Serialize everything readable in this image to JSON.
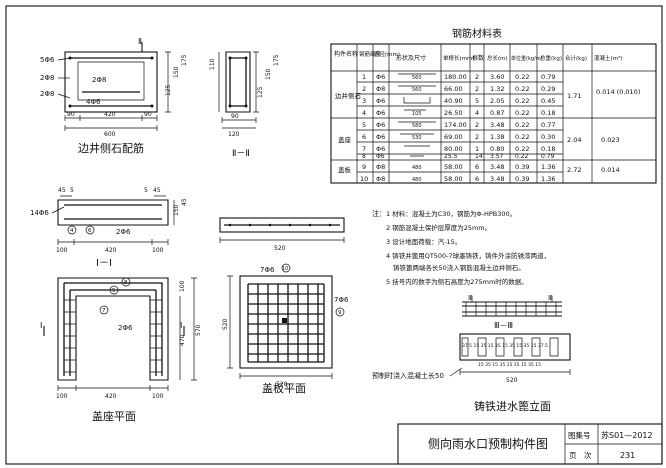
{
  "views": {
    "wall_stone": {
      "caption": "边井侧石配筋",
      "section_mark": "Ⅱ",
      "labels": {
        "l1": "5Φ6",
        "l2": "2Φ8",
        "l3": "2Φ8",
        "l4": "4Φ6",
        "l5": "2Φ8"
      },
      "dims": {
        "d90a": "90",
        "d420": "420",
        "d90b": "90",
        "d600": "600",
        "d125": "125",
        "d150": "150",
        "d175": "175"
      }
    },
    "section_II": {
      "caption": "Ⅱ－Ⅱ",
      "dims": {
        "d90": "90",
        "d120": "120",
        "d125": "125",
        "d150": "150",
        "d175": "175",
        "d110": "110"
      }
    },
    "section_I": {
      "caption": "Ⅰ－Ⅰ",
      "labels": {
        "l1": "14Φ6",
        "l2": "2Φ6",
        "c4": "4",
        "c6": "6"
      },
      "dims": {
        "d45a": "45",
        "d5a": "5",
        "d45b": "45",
        "d5b": "5",
        "d100a": "100",
        "d420": "420",
        "d100b": "100",
        "d150": "150",
        "d45c": "45"
      }
    },
    "seat_plan": {
      "caption": "盖座平面",
      "section_mark": "Ⅰ",
      "labels": {
        "c8": "8",
        "c5": "5",
        "c7": "7",
        "l2f6": "2Φ6"
      },
      "dims": {
        "d100a": "100",
        "d420": "420",
        "d100b": "100",
        "d570": "570",
        "d470": "470",
        "d100c": "100"
      }
    },
    "slab_elev": {
      "dims": {
        "d520": "520"
      }
    },
    "slab_plan": {
      "caption": "盖板平面",
      "labels": {
        "l1": "7Φ6",
        "c10": "10",
        "l2": "7Φ6",
        "c9": "9"
      },
      "dims": {
        "d520": "520",
        "d520b": "520"
      }
    },
    "grate": {
      "caption_section": "Ⅲ－Ⅲ",
      "caption_elev": "铸铁进水篦立面",
      "mark": "Ⅲ",
      "spacing": "37.5 15 35 15 35 15 35 15 35 15 37.5",
      "spacing2": "15 35 15 35 15 35 15 35 15",
      "dim": "520",
      "note": "预制时浇入混凝土长50"
    }
  },
  "material_table": {
    "title": "钢筋材料表",
    "headers": {
      "member": "构件名称",
      "bar_no": "钢筋编号",
      "diameter": "直径(mm)",
      "shape": "形状及尺寸",
      "unit_len": "单根长(mm)",
      "count": "根数",
      "total_len": "总长(m)",
      "unit_wt": "单位重(kg/m)",
      "total_wt": "总重(kg)",
      "sum": "合计(kg)",
      "concrete": "混凝土(m³)"
    },
    "groups": [
      {
        "name": "边井侧石",
        "sum": "1.71",
        "concrete": "0.014 (0.010)",
        "rows": [
          {
            "no": "1",
            "dia": "Φ6",
            "shape": "560",
            "unit_len": "180.00",
            "count": "2",
            "total": "3.60",
            "unit_wt": "0.22",
            "weight": "0.79"
          },
          {
            "no": "2",
            "dia": "Φ8",
            "shape": "560",
            "unit_len": "66.00",
            "count": "2",
            "total": "1.32",
            "unit_wt": "0.22",
            "weight": "0.29"
          },
          {
            "no": "3",
            "dia": "Φ6",
            "shape": "",
            "unit_len": "40.90",
            "count": "5",
            "total": "2.05",
            "unit_wt": "0.22",
            "weight": "0.45"
          },
          {
            "no": "4",
            "dia": "Φ6",
            "shape": "105",
            "unit_len": "26.50",
            "count": "4",
            "total": "0.87",
            "unit_wt": "0.22",
            "weight": "0.18"
          }
        ]
      },
      {
        "name": "盖座",
        "sum": "2.04",
        "concrete": "0.023",
        "rows": [
          {
            "no": "5",
            "dia": "Φ6",
            "shape": "580",
            "unit_len": "174.00",
            "count": "2",
            "total": "3.48",
            "unit_wt": "0.22",
            "weight": "0.77"
          },
          {
            "no": "6",
            "dia": "Φ6",
            "shape": "530",
            "unit_len": "69.00",
            "count": "2",
            "total": "1.38",
            "unit_wt": "0.22",
            "weight": "0.30"
          },
          {
            "no": "7",
            "dia": "Φ6",
            "shape": "",
            "unit_len": "80.00",
            "count": "1",
            "total": "0.80",
            "unit_wt": "0.22",
            "weight": "0.18"
          },
          {
            "no": "8",
            "dia": "Φ6",
            "shape": "",
            "unit_len": "25.5",
            "count": "14",
            "total": "3.57",
            "unit_wt": "0.22",
            "weight": "0.79"
          }
        ]
      },
      {
        "name": "盖板",
        "sum": "2.72",
        "concrete": "0.014",
        "rows": [
          {
            "no": "9",
            "dia": "Φ8",
            "shape": "480",
            "unit_len": "58.00",
            "count": "6",
            "total": "3.48",
            "unit_wt": "0.39",
            "weight": "1.36"
          },
          {
            "no": "10",
            "dia": "Φ8",
            "shape": "480",
            "unit_len": "58.00",
            "count": "6",
            "total": "3.48",
            "unit_wt": "0.39",
            "weight": "1.36"
          }
        ]
      }
    ]
  },
  "notes": {
    "prefix": "注：",
    "items": [
      "1 材料：混凝土为C30，钢筋为Φ-HPB300。",
      "2 钢筋混凝土保护层厚度为25mm。",
      "3 设计地面荷载：汽-15。",
      "4 铸铁井篦用QT500-7球墨铸铁，铸件外涂防锈漆两道，",
      "铸铁篦两端各长50浇入钢筋混凝土边井侧石。",
      "5 括号内的数字为侧石高度为275mm时的数据。"
    ]
  },
  "title_block": {
    "title": "侧向雨水口预制构件图",
    "atlas_label": "图集号",
    "atlas_value": "苏S01—2012",
    "page_label": "页　次",
    "page_value": "231"
  }
}
